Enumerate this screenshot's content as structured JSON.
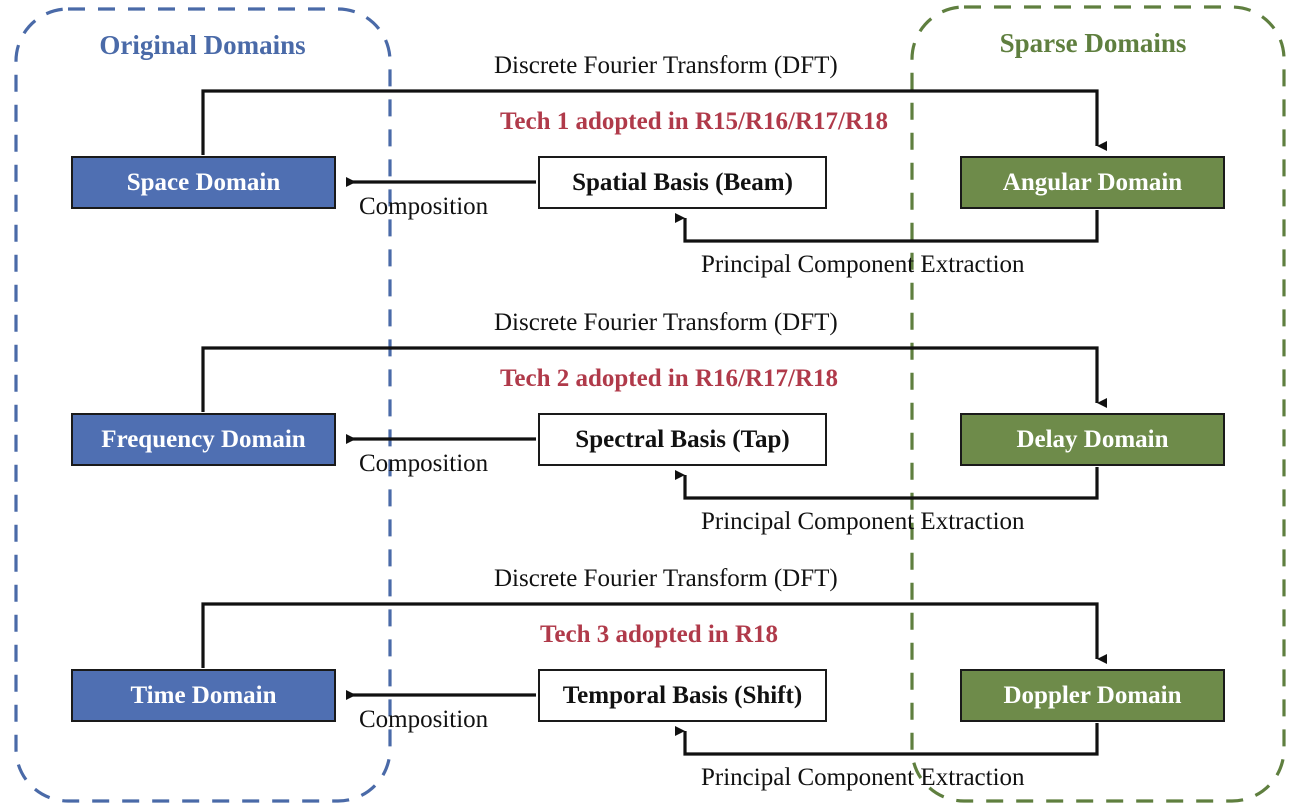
{
  "figure": {
    "groups": [
      {
        "id": "original",
        "label": "Original Domains",
        "color": "#4a6aa8",
        "side": "left"
      },
      {
        "id": "sparse",
        "label": "Sparse Domains",
        "color": "#5f7f3f",
        "side": "right"
      }
    ],
    "edge_labels": {
      "dft": "Discrete Fourier Transform (DFT)",
      "composition": "Composition",
      "pce": "Principal Component Extraction"
    },
    "colors": {
      "original_domain_box": "#4f6fb2",
      "sparse_domain_box": "#6e8b4a",
      "basis_box": "#ffffff",
      "tech_text": "#b03a4a",
      "stroke": "#1a1a1a",
      "original_group_dash": "#4a6aa8",
      "sparse_group_dash": "#5f7f3f"
    },
    "rows": [
      {
        "id": "row-1",
        "tech": "Tech 1 adopted in R15/R16/R17/R18",
        "original_domain": "Space Domain",
        "basis": "Spatial Basis (Beam)",
        "sparse_domain": "Angular Domain",
        "dft": "Discrete Fourier Transform (DFT)",
        "composition": "Composition",
        "pce": "Principal Component Extraction"
      },
      {
        "id": "row-2",
        "tech": "Tech 2 adopted in R16/R17/R18",
        "original_domain": "Frequency Domain",
        "basis": "Spectral Basis (Tap)",
        "sparse_domain": "Delay Domain",
        "dft": "Discrete Fourier Transform (DFT)",
        "composition": "Composition",
        "pce": "Principal Component Extraction"
      },
      {
        "id": "row-3",
        "tech": "Tech 3 adopted in R18",
        "original_domain": "Time Domain",
        "basis": "Temporal Basis (Shift)",
        "sparse_domain": "Doppler Domain",
        "dft": "Discrete Fourier Transform (DFT)",
        "composition": "Composition",
        "pce": "Principal Component Extraction"
      }
    ]
  }
}
